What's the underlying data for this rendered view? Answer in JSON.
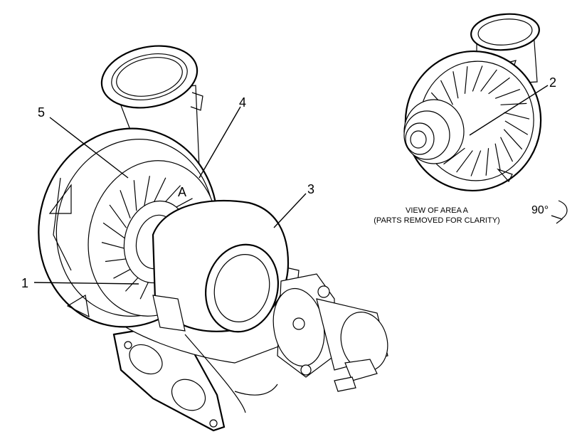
{
  "callouts": {
    "c1": "1",
    "c2": "2",
    "c3": "3",
    "c4": "4",
    "c5": "5",
    "area": "A"
  },
  "caption": {
    "line1": "VIEW OF AREA A",
    "line2": "(PARTS REMOVED FOR CLARITY)"
  },
  "rotation": {
    "label": "90°"
  }
}
